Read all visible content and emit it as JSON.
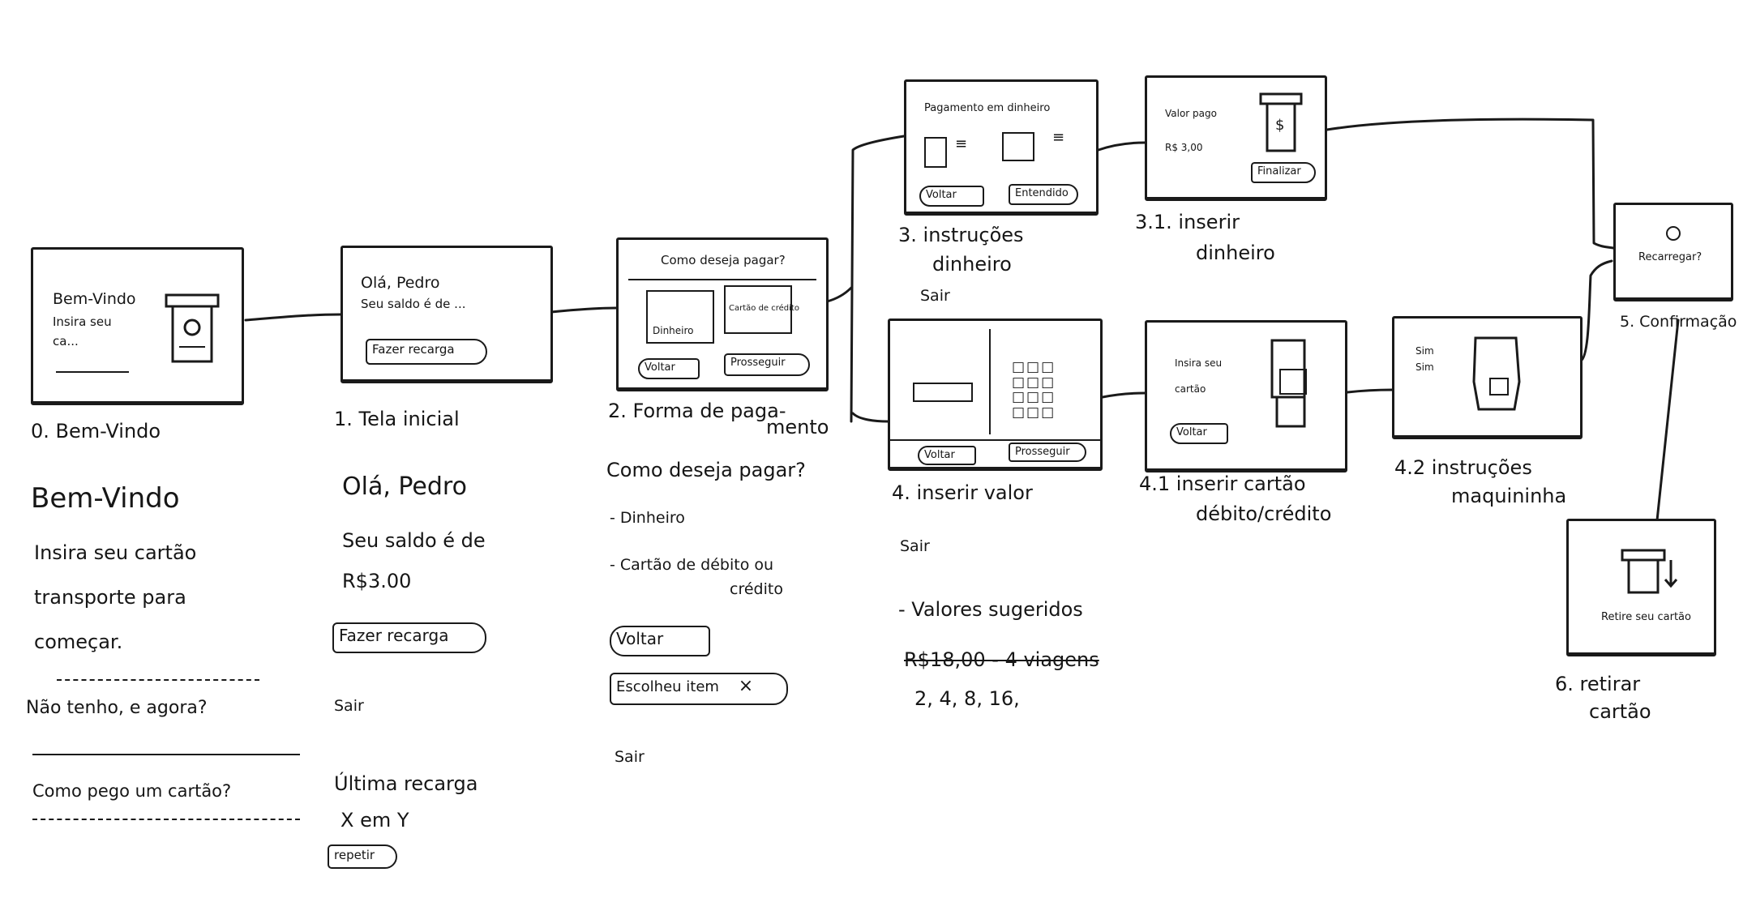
{
  "screens": {
    "s0": {
      "title": "Bem-Vindo",
      "line2": "Insira seu",
      "line3": "ca..."
    },
    "s1": {
      "greeting": "Olá, Pedro",
      "balance_line": "Seu saldo é de ...",
      "button": "Fazer recarga"
    },
    "s2": {
      "question": "Como deseja pagar?",
      "option_cash": "Dinheiro",
      "option_card": "Cartão de crédito",
      "back": "Voltar",
      "next": "Prosseguir"
    },
    "s3": {
      "title": "Pagamento em dinheiro",
      "back": "Voltar",
      "next": "Entendido"
    },
    "s31": {
      "label_top": "Valor pago",
      "amount": "R$ 3,00",
      "confirm": "Finalizar",
      "money_symbol": "$"
    },
    "s4": {
      "back": "Voltar",
      "next": "Prosseguir"
    },
    "s41": {
      "label_a": "Insira seu",
      "label_b": "cartão",
      "back": "Voltar"
    },
    "s42": {
      "label_a": "Sim",
      "label_b": "Sim"
    },
    "s5": {
      "label": "Recarregar?"
    },
    "s6": {
      "label": "Retire seu cartão"
    }
  },
  "captions": {
    "c0": "0. Bem-Vindo",
    "c1": "1. Tela inicial",
    "c2a": "2. Forma de paga-",
    "c2b": "mento",
    "c3a": "3. instruções",
    "c3b": "dinheiro",
    "c3c": "Sair",
    "c31a": "3.1. inserir",
    "c31b": "dinheiro",
    "c4a": "4. inserir valor",
    "c4b": "Sair",
    "c41a": "4.1 inserir cartão",
    "c41b": "débito/crédito",
    "c42a": "4.2 instruções",
    "c42b": "maquininha",
    "c5": "5. Confirmação",
    "c6a": "6. retirar",
    "c6b": "cartão"
  },
  "notes": {
    "n0": {
      "title": "Bem-Vindo",
      "line1": "Insira seu cartão",
      "line2": "transporte para",
      "line3": "começar.",
      "link1": "Não tenho, e agora?",
      "link2": "Como pego um cartão?"
    },
    "n1": {
      "greeting": "Olá, Pedro",
      "balance": "Seu saldo é de",
      "amount": "R$3.00",
      "button": "Fazer recarga",
      "exit": "Sair",
      "last_label": "Última recarga",
      "last_value": "X em Y",
      "repeat": "repetir"
    },
    "n2": {
      "question": "Como deseja pagar?",
      "opt1": "- Dinheiro",
      "opt2a": "- Cartão de débito ou",
      "opt2b": "crédito",
      "back": "Voltar",
      "chosen": "Escolheu item",
      "close": "×",
      "exit": "Sair"
    },
    "n4": {
      "label": "- Valores sugeridos",
      "struck": "R$18,00 - 4 viagens",
      "values": "2, 4, 8, 16,"
    }
  }
}
